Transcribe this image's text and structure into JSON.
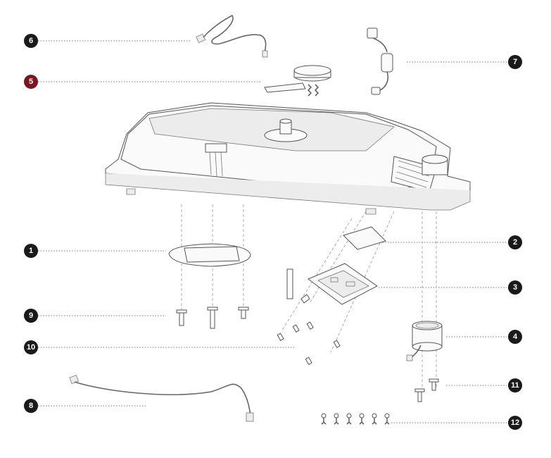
{
  "diagram": {
    "accent_colors": {
      "callout": "#1a1a1a",
      "highlight": "#7a1620"
    },
    "callouts": [
      {
        "id": "c1",
        "label": "1"
      },
      {
        "id": "c2",
        "label": "2"
      },
      {
        "id": "c3",
        "label": "3"
      },
      {
        "id": "c4",
        "label": "4"
      },
      {
        "id": "c5",
        "label": "5",
        "highlighted": true
      },
      {
        "id": "c6",
        "label": "6"
      },
      {
        "id": "c7",
        "label": "7"
      },
      {
        "id": "c8",
        "label": "8"
      },
      {
        "id": "c9",
        "label": "9"
      },
      {
        "id": "c10",
        "label": "10"
      },
      {
        "id": "c11",
        "label": "11"
      },
      {
        "id": "c12",
        "label": "12"
      }
    ]
  }
}
